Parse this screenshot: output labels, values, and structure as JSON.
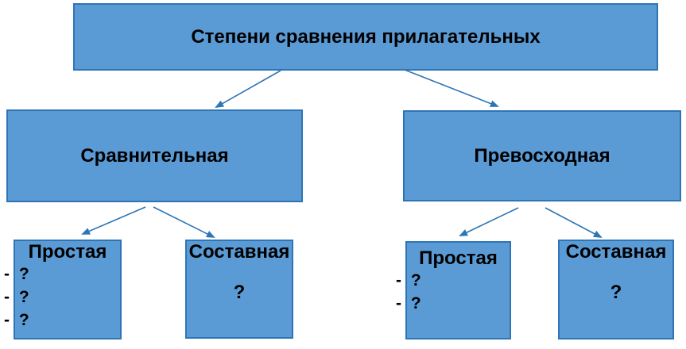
{
  "diagram": {
    "title": "Степени сравнения прилагательных",
    "branches": [
      {
        "label": "Сравнительная",
        "children": [
          {
            "label": "Простая",
            "items": [
              "- ?",
              "- ?",
              "- ?"
            ]
          },
          {
            "label": "Составная",
            "placeholder": "?"
          }
        ]
      },
      {
        "label": "Превосходная",
        "children": [
          {
            "label": "Простая",
            "items": [
              "- ?",
              "- ?"
            ]
          },
          {
            "label": "Составная",
            "placeholder": "?"
          }
        ]
      }
    ],
    "colors": {
      "box_fill": "#5B9BD5",
      "box_border": "#2E75B6",
      "arrow": "#2E75B6",
      "text": "#000000",
      "background": "#FFFFFF"
    }
  }
}
